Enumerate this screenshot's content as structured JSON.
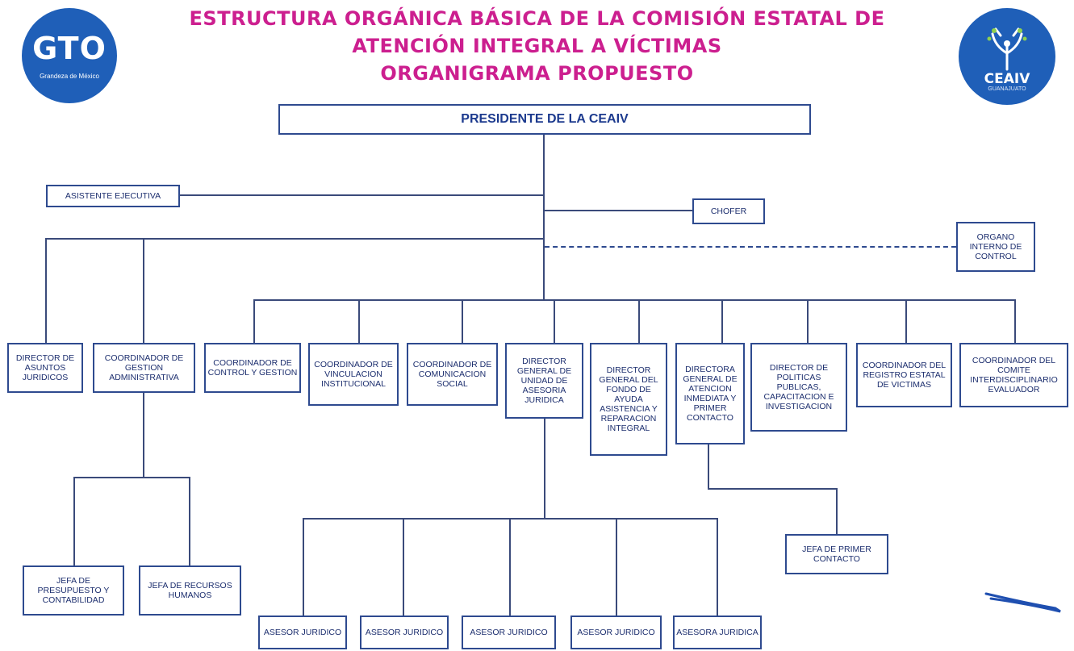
{
  "header": {
    "title_line1": "ESTRUCTURA ORGÁNICA BÁSICA DE LA COMISIÓN ESTATAL DE",
    "title_line2": "ATENCIÓN INTEGRAL A VÍCTIMAS",
    "title_line3": "ORGANIGRAMA PROPUESTO"
  },
  "logos": {
    "gto": {
      "text": "GTO",
      "subtitle": "Grandeza de México"
    },
    "ceaiv": {
      "text": "CEAIV",
      "subtitle": "GUANAJUATO"
    }
  },
  "colors": {
    "title": "#cc1f8f",
    "box_border": "#2e4a8f",
    "box_text": "#1c2e6e",
    "logo_blue": "#1f5fb8"
  },
  "nodes": {
    "president": "PRESIDENTE DE LA CEAIV",
    "assistant": "ASISTENTE EJECUTIVA",
    "driver": "CHOFER",
    "internal_control": "ORGANO INTERNO DE CONTROL",
    "legal_affairs": "DIRECTOR DE ASUNTOS JURIDICOS",
    "admin_coord": "COORDINADOR DE GESTION ADMINISTRATIVA",
    "control_coord": "COORDINADOR DE CONTROL Y GESTION",
    "liaison_coord": "COORDINADOR DE VINCULACION INSTITUCIONAL",
    "comm_coord": "COORDINADOR DE COMUNICACION SOCIAL",
    "legal_unit": "DIRECTOR GENERAL DE UNIDAD DE ASESORIA JURIDICA",
    "fund_director": "DIRECTOR GENERAL DEL FONDO DE AYUDA ASISTENCIA Y REPARACION INTEGRAL",
    "first_contact_director": "DIRECTORA GENERAL DE ATENCION INMEDIATA Y PRIMER CONTACTO",
    "policy_director": "DIRECTOR DE POLITICAS PUBLICAS, CAPACITACION E INVESTIGACION",
    "registry_coord": "COORDINADOR DEL REGISTRO ESTATAL DE VICTIMAS",
    "committee_coord": "COORDINADOR DEL COMITE INTERDISCIPLINARIO EVALUADOR",
    "budget_head": "JEFA DE PRESUPUESTO Y CONTABILIDAD",
    "hr_head": "JEFA DE RECURSOS HUMANOS",
    "first_contact_head": "JEFA DE PRIMER CONTACTO",
    "advisor1": "ASESOR JURIDICO",
    "advisor2": "ASESOR JURIDICO",
    "advisor3": "ASESOR JURIDICO",
    "advisor4": "ASESOR JURIDICO",
    "advisor5": "ASESORA JURIDICA"
  }
}
